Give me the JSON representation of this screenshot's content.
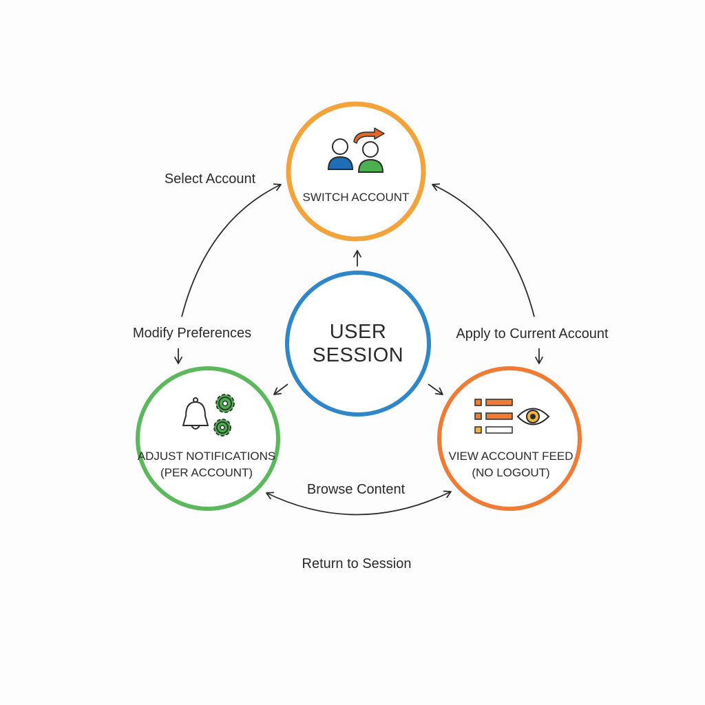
{
  "colors": {
    "switch": "#f4a23a",
    "session": "#2f86c8",
    "notifications": "#5cb85c",
    "feed": "#ef7b35",
    "arrow": "#2b2b2b",
    "icon_blue": "#1f6fb8",
    "icon_green": "#4caf50",
    "icon_orange": "#e2682a",
    "icon_yellow": "#f4b63a"
  },
  "nodes": {
    "switch": {
      "label": "SWITCH ACCOUNT",
      "icon": "switch-user-icon"
    },
    "session": {
      "label_line1": "USER",
      "label_line2": "SESSION"
    },
    "notifications": {
      "label_line1": "ADJUST NOTIFICATIONS",
      "label_line2": "(PER ACCOUNT)",
      "icon": "bell-gears-icon"
    },
    "feed": {
      "label_line1": "VIEW ACCOUNT FEED",
      "label_line2": "(NO LOGOUT)",
      "icon": "feed-eye-icon"
    }
  },
  "edges": {
    "select_account": "Select Account",
    "modify_preferences": "Modify Preferences",
    "apply_current": "Apply to Current Account",
    "browse_content": "Browse Content",
    "return_session": "Return to Session"
  }
}
